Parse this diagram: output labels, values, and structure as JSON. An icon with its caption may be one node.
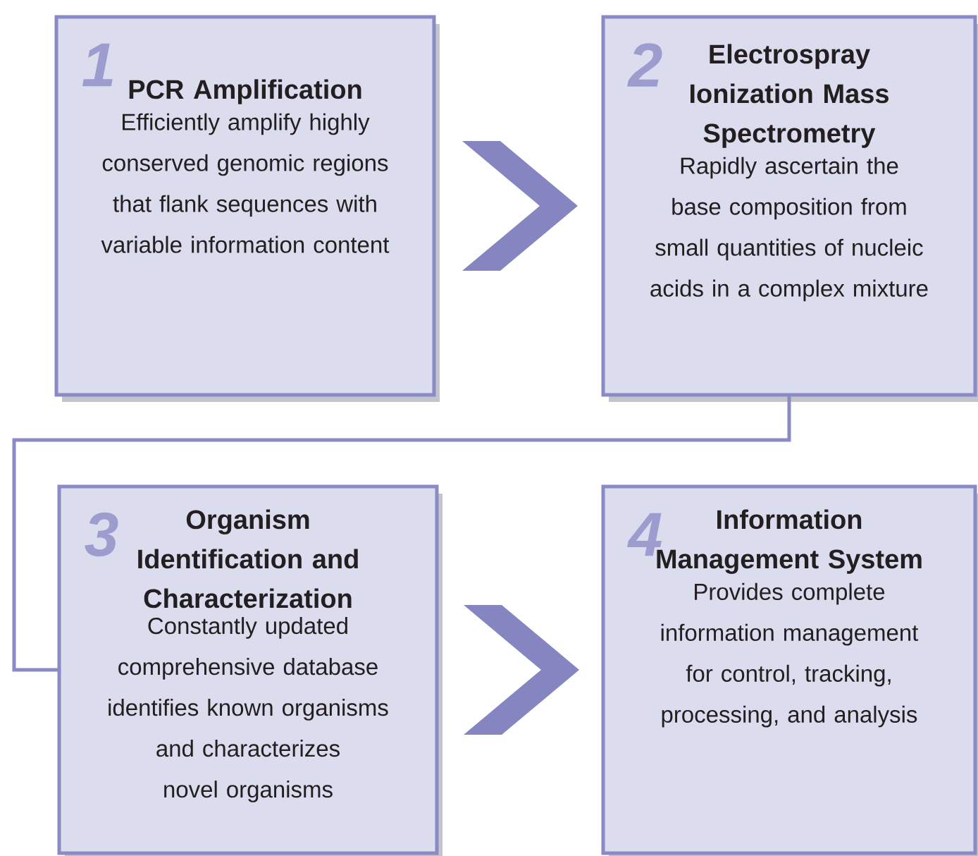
{
  "diagram": {
    "nodes": [
      {
        "text": [
          "1",
          "PCR Amplification",
          "Efficiently amplify highly conserved genomic regions that flank sequences with variable information content"
        ]
      },
      {
        "text": [
          "2",
          "Electrospray Ionization Mass Spectrometry",
          "Rapidly ascertain the base composition from small quantities of nucleic acids in a complex mixture"
        ]
      },
      {
        "text": [
          "3",
          "Organism Identification and Characterization",
          "Constantly updated comprehensive database identifies known organisms and characterizes novel organisms"
        ]
      },
      {
        "text": [
          "4",
          "Information Management System",
          "Provides complete information management for control, tracking, processing, and analysis"
        ]
      }
    ],
    "edges": [
      {
        "from": 0,
        "to": 1,
        "arrow": "to"
      },
      {
        "from": 1,
        "to": 2,
        "arrow": "none"
      },
      {
        "from": 2,
        "to": 3,
        "arrow": "to"
      }
    ]
  }
}
